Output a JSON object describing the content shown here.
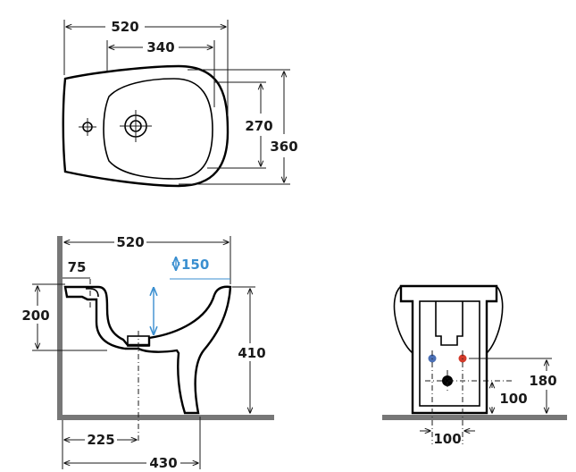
{
  "colors": {
    "outline": "#000000",
    "dimension": "#1a1a1a",
    "wall": "#777777",
    "accent_blue": "#3a8fd0",
    "cold_valve": "#4a6fb5",
    "hot_valve": "#d23a2a"
  },
  "top_view": {
    "width_total": "520",
    "bowl_width": "340",
    "bowl_depth": "270",
    "depth_total": "360"
  },
  "side_view": {
    "width_total": "520",
    "rim_offset": "75",
    "water_height": "150",
    "rim_height": "200",
    "total_height": "410",
    "drain_distance": "225",
    "projection": "430"
  },
  "front_view": {
    "inlet_height": "180",
    "drain_height": "100",
    "inlet_spacing": "100"
  }
}
